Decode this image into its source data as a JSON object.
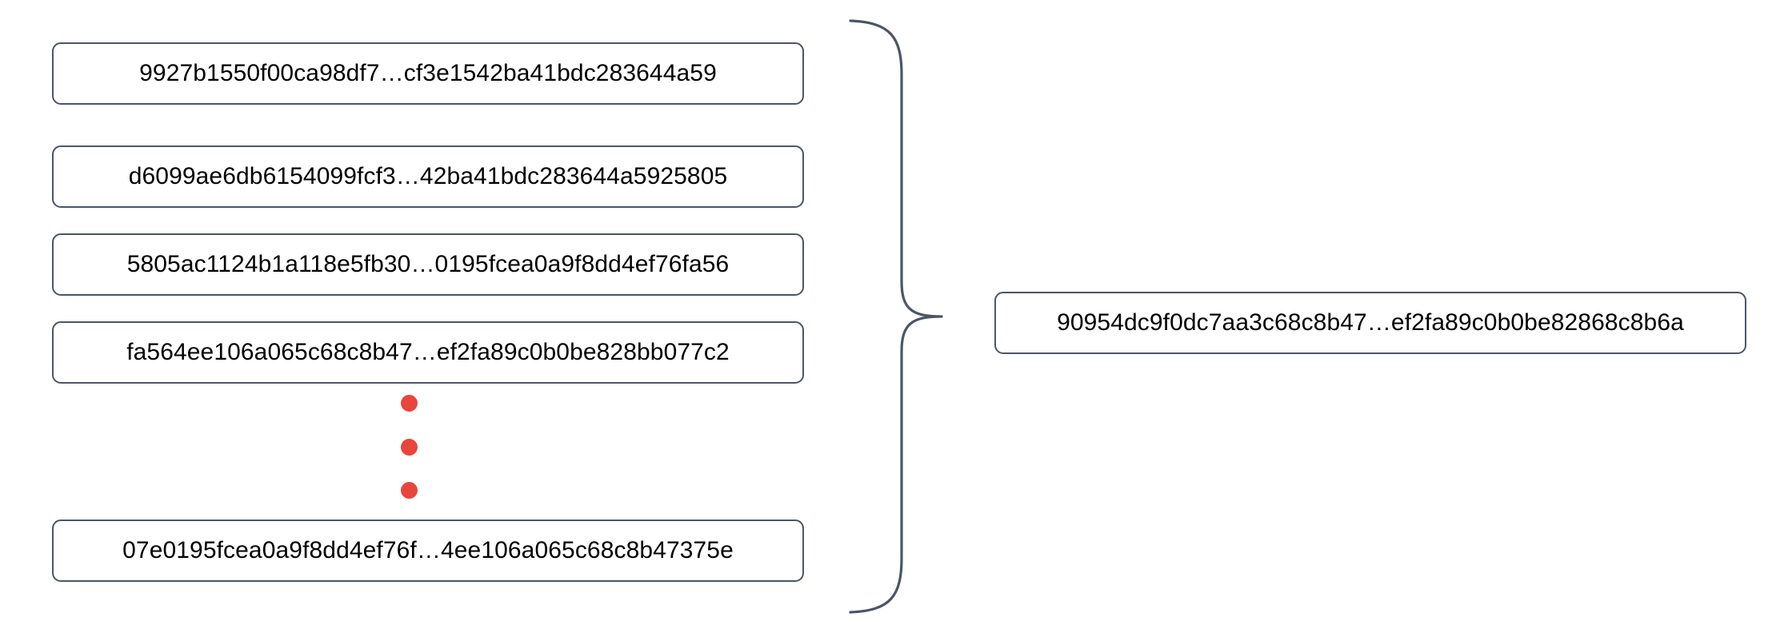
{
  "diagram": {
    "type": "hash-aggregation",
    "colors": {
      "box_border": "#4a556b",
      "box_fill": "#ffffff",
      "text": "#000000",
      "ellipsis_dot": "#e8453c",
      "brace_stroke": "#4a556b",
      "background": "#ffffff"
    },
    "inputs": [
      {
        "hash": "9927b1550f00ca98df7…cf3e1542ba41bdc283644a59"
      },
      {
        "hash": "d6099ae6db6154099fcf3…42ba41bdc283644a5925805"
      },
      {
        "hash": "5805ac1124b1a118e5fb30…0195fcea0a9f8dd4ef76fa56"
      },
      {
        "hash": "fa564ee106a065c68c8b47…ef2fa89c0b0be828bb077c2"
      },
      {
        "hash": "07e0195fcea0a9f8dd4ef76f…4ee106a065c68c8b47375e"
      }
    ],
    "ellipsis": {
      "dot_count": 3,
      "meaning": "more-items-elided"
    },
    "brace": {
      "orientation": "right-pointing",
      "meaning": "aggregates-inputs-into-output"
    },
    "output": {
      "hash": "90954dc9f0dc7aa3c68c8b47…ef2fa89c0b0be82868c8b6a"
    }
  }
}
